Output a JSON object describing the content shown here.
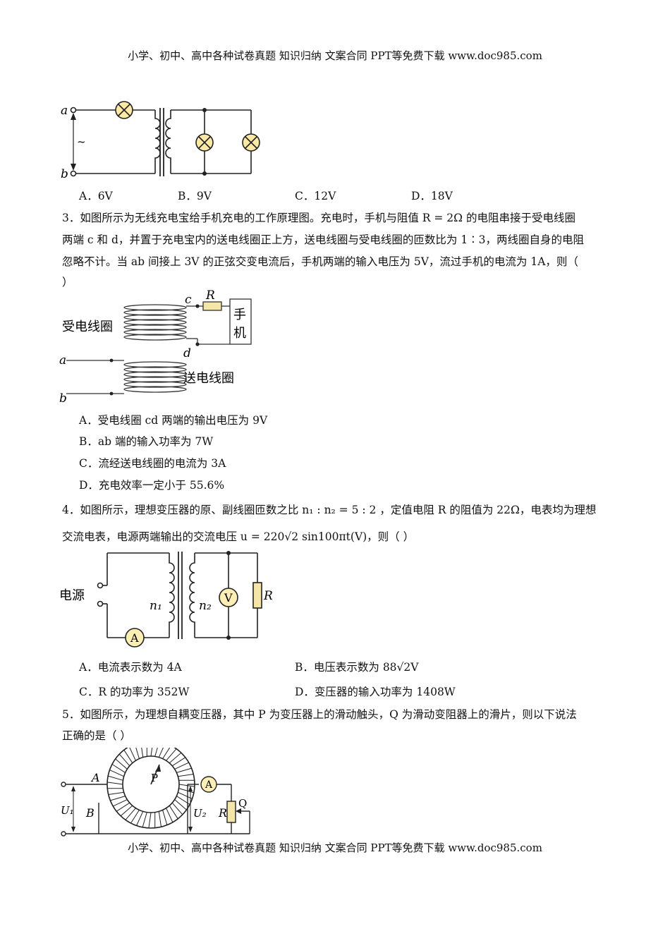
{
  "header": {
    "text": "小学、初中、高中各种试卷真题  知识归纳  文案合同  PPT等免费下载      www.doc985.com"
  },
  "footer": {
    "text": "小学、初中、高中各种试卷真题  知识归纳  文案合同  PPT等免费下载      www.doc985.com"
  },
  "q2": {
    "fig_labels": {
      "a": "a",
      "b": "b",
      "tilde": "~"
    },
    "options": [
      "A．6V",
      "B．9V",
      "C．12V",
      "D．18V"
    ]
  },
  "q3": {
    "lines": [
      "3．如图所示为无线充电宝给手机充电的工作原理图。充电时，手机与阻值 R = 2Ω 的电阻串接于受电线圈",
      "两端 c 和 d，并置于充电宝内的送电线圈正上方，送电线圈与受电线圈的匝数比为 1∶3，两线圈自身的电阻",
      "忽略不计。当 ab 间接上 3V 的正弦交变电流后，手机两端的输入电压为 5V，流过手机的电流为 1A，则（",
      "）"
    ],
    "fig_labels": {
      "receiver": "受电线圈",
      "sender": "送电线圈",
      "phone_1": "手",
      "phone_2": "机",
      "c": "c",
      "d": "d",
      "R": "R",
      "a": "a",
      "b": "b"
    },
    "options": [
      "A．受电线圈 cd 两端的输出电压为 9V",
      "B．ab 端的输入功率为 7W",
      "C．流经送电线圈的电流为 3A",
      "D．充电效率一定小于 55.6%"
    ]
  },
  "q4": {
    "lines": [
      "4．如图所示，理想变压器的原、副线圈匝数之比 n₁ : n₂ = 5 : 2 ，定值电阻 R 的阻值为 22Ω，电表均为理想",
      "交流电表，电源两端输出的交流电压 u = 220√2 sin100πt(V)，则（        ）"
    ],
    "fig_labels": {
      "source": "电源",
      "n1": "n₁",
      "n2": "n₂",
      "V": "V",
      "A": "A",
      "R": "R"
    },
    "options": [
      "A．电流表示数为 4A",
      "B．电压表示数为 88√2V",
      "C．R 的功率为 352W",
      "D．变压器的输入功率为 1408W"
    ]
  },
  "q5": {
    "lines": [
      "5．如图所示，为理想自耦变压器，其中 P 为变压器上的滑动触头，Q 为滑动变阻器上的滑片，则以下说法",
      "正确的是（     ）"
    ],
    "fig_labels": {
      "A": "A",
      "B": "B",
      "P": "P",
      "U1": "U₁",
      "U2": "U₂",
      "ammeter": "A",
      "R": "R",
      "Q": "Q"
    }
  },
  "colors": {
    "lamp_fill": "#fde9a6",
    "resistor_fill": "#f4e6a8",
    "meter_fill": "#fdeeb5",
    "ink": "#222222"
  }
}
